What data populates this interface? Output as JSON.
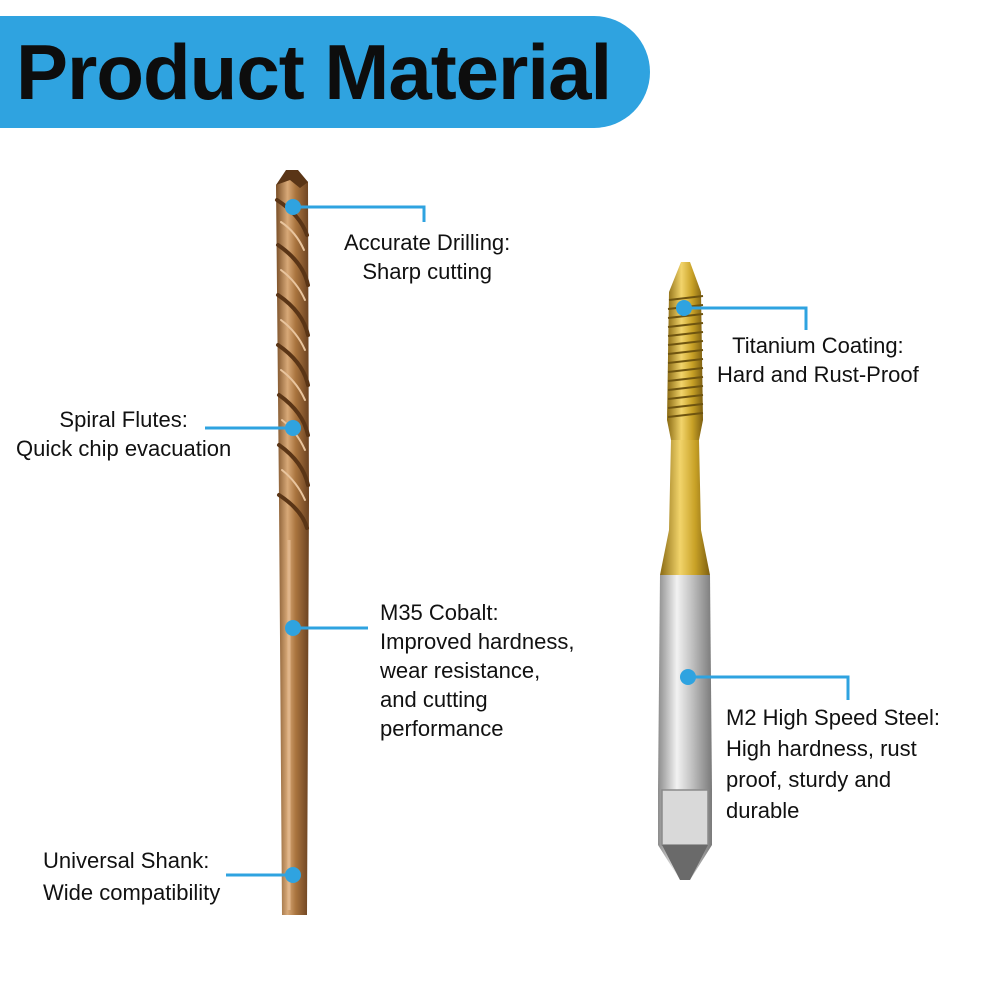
{
  "header": {
    "title": "Product Material"
  },
  "colors": {
    "banner": "#2fa3e0",
    "callout": "#2fa3e0",
    "drill": "#a9743e",
    "tap_coating": "#c9a227",
    "tap_steel": "#bfbfbf"
  },
  "callouts": {
    "accurate_drilling": {
      "title": "Accurate Drilling:",
      "lines": [
        "Sharp cutting"
      ]
    },
    "spiral_flutes": {
      "title": "Spiral Flutes:",
      "lines": [
        "Quick chip evacuation"
      ]
    },
    "m35_cobalt": {
      "title": "M35 Cobalt:",
      "lines": [
        "Improved hardness,",
        "wear resistance,",
        "and cutting",
        "performance"
      ]
    },
    "universal_shank": {
      "title": "Universal Shank:",
      "lines": [
        "Wide compatibility"
      ]
    },
    "titanium_coating": {
      "title": "Titanium Coating:",
      "lines": [
        "Hard and Rust-Proof"
      ]
    },
    "m2_steel": {
      "title": "M2 High Speed Steel:",
      "lines": [
        "High hardness, rust",
        "proof, sturdy and",
        "durable"
      ]
    }
  }
}
